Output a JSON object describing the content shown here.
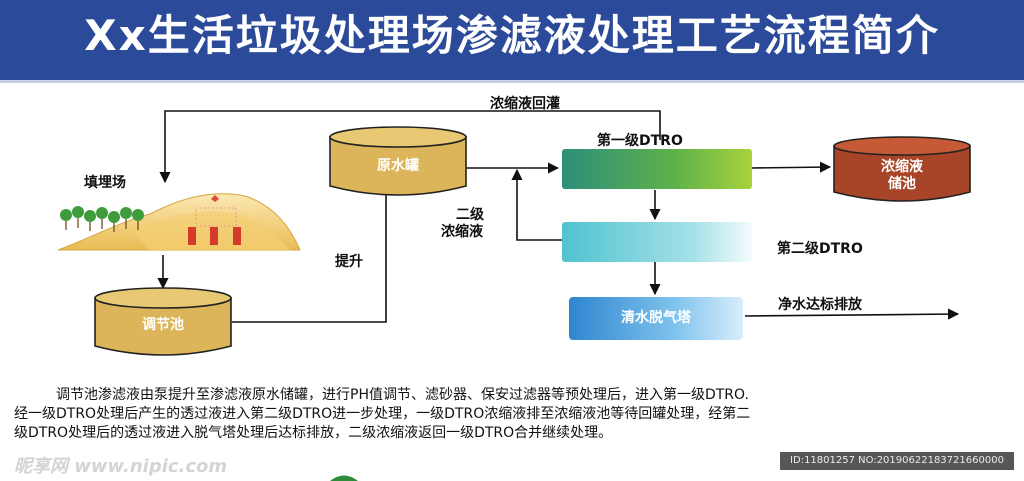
{
  "title": "Xx生活垃圾处理场渗滤液处理工艺流程简介",
  "nodes": {
    "landfill": "填埋场",
    "regulating_tank": "调节池",
    "raw_water_tank": "原水罐",
    "dtro1": "第一级DTRO",
    "dtro2": "第二级DTRO",
    "concentrate_tank_line1": "浓缩液",
    "concentrate_tank_line2": "储池",
    "degassing_tower": "清水脱气塔"
  },
  "edges": {
    "recirculation": "浓缩液回灌",
    "lift": "提升",
    "second_concentrate_line1": "二级",
    "second_concentrate_line2": "浓缩液",
    "discharge": "净水达标排放"
  },
  "description": {
    "line1": "调节池渗滤液由泵提升至渗滤液原水储罐，进行PH值调节、滤砂器、保安过滤器等预处理后，进入第一级DTRO.",
    "line2": "经一级DTRO处理后产生的透过液进入第二级DTRO进一步处理，一级DTRO浓缩液排至浓缩液池等待回罐处理，经第二",
    "line3": "级DTRO处理后的透过液进入脱气塔处理后达标排放，二级浓缩液返回一级DTRO合并继续处理。"
  },
  "watermark": {
    "left": "昵享网 www.nipic.com",
    "right": "ID:11801257 NO:20190622183721660000"
  },
  "colors": {
    "banner": "#2b4a9a",
    "tank_gold": "#dcb55a",
    "tank_brown": "#a84428",
    "dtro_green": "#4fa85a",
    "dtro_cyan": "#7fd0de",
    "tower_blue": "#3a9ad6"
  }
}
